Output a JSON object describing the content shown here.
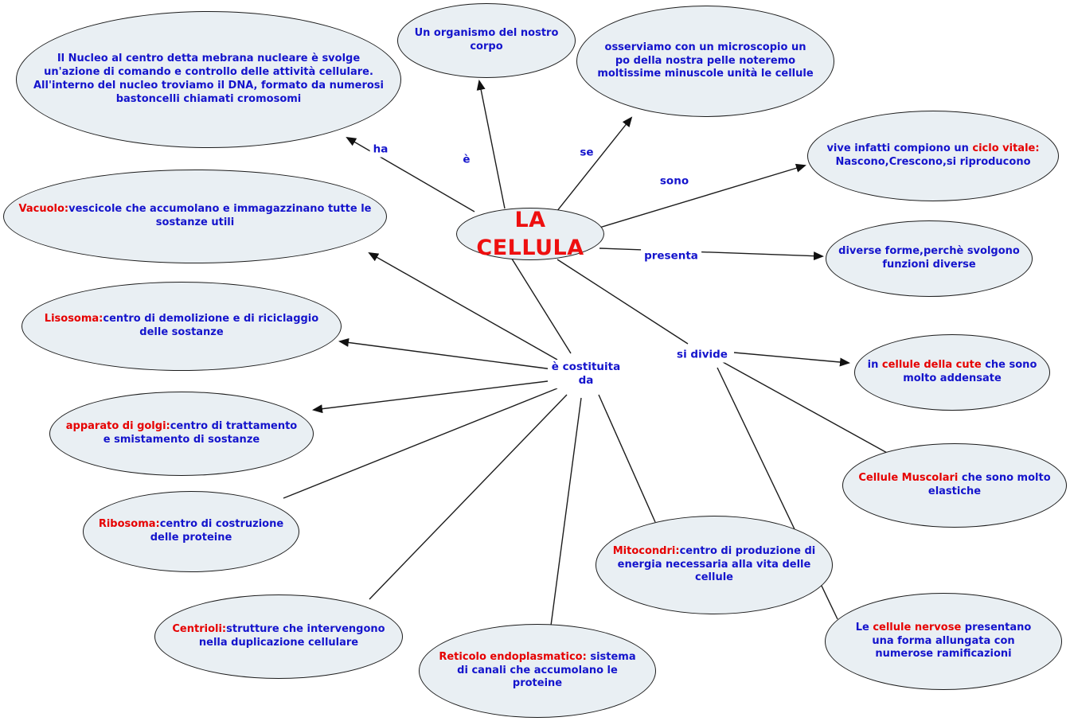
{
  "meta": {
    "diagram_type": "concept-map",
    "language": "it",
    "background": "#ffffff"
  },
  "colors": {
    "node_fill": "#e9eff3",
    "node_border": "#1c1c1c",
    "text_blue": "#1414cc",
    "text_red": "#e60000",
    "title_red": "#ee0f0f"
  },
  "title_node": {
    "text": "LA CELLULA"
  },
  "nodes": {
    "nucleo": {
      "pre": "Il Nucleo al centro detta mebrana nucleare è svolge un'azione di comando e controllo delle attività cellulare. All'interno del nucleo troviamo il DNA, formato da numerosi bastoncelli chiamati cromosomi"
    },
    "organismo": {
      "pre": "Un organismo del nostro corpo"
    },
    "microscopio": {
      "pre": "osserviamo con un microscopio un po della nostra pelle noteremo moltissime minuscole unità le cellule"
    },
    "ciclo_vitale": {
      "pre": "vive infatti compiono un ",
      "key": "ciclo vitale:",
      "rest": " Nascono,Crescono,si riproducono"
    },
    "vacuolo": {
      "key": "Vacuolo:",
      "rest": "vescicole che accumolano e immagazzinano tutte le sostanze utili"
    },
    "diverse_forme": {
      "pre": "diverse forme,perchè svolgono funzioni diverse"
    },
    "lisosoma": {
      "key": "Lisosoma:",
      "rest": "centro di demolizione e di riciclaggio delle sostanze"
    },
    "cellule_cute": {
      "pre": "in ",
      "key": "cellule della cute",
      "rest": " che sono molto addensate"
    },
    "apparato_golgi": {
      "key": "apparato di golgi:",
      "rest": "centro di trattamento e smistamento di sostanze"
    },
    "cellule_muscolari": {
      "key": "Cellule Muscolari",
      "rest": " che sono molto elastiche"
    },
    "ribosoma": {
      "key": "Ribosoma:",
      "rest": "centro di costruzione delle proteine"
    },
    "mitocondri": {
      "key": "Mitocondri:",
      "rest": "centro di produzione di energia necessaria alla vita delle cellule"
    },
    "centrioli": {
      "key": "Centrioli:",
      "rest": "strutture che intervengono nella duplicazione cellulare"
    },
    "cellule_nervose": {
      "pre": "Le ",
      "key": "cellule nervose",
      "rest": " presentano una forma allungata con numerose ramificazioni"
    },
    "reticolo": {
      "key": "Reticolo endoplasmatico:",
      "rest": " sistema di canali che accumolano le proteine"
    }
  },
  "edge_labels": {
    "ha": "ha",
    "e": "è",
    "se": "se",
    "sono": "sono",
    "presenta": "presenta",
    "si_divide": "si divide",
    "e_costituita_da": "è costituita da"
  }
}
